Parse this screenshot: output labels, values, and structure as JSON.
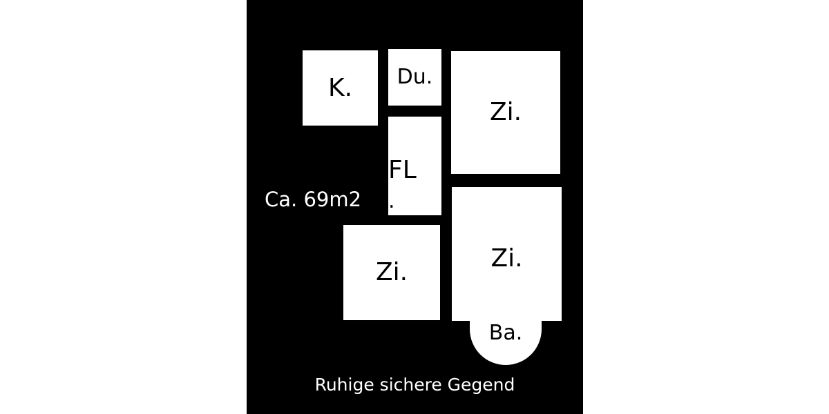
{
  "colors": {
    "background": "#ffffff",
    "panel": "#000000",
    "room_fill": "#ffffff",
    "room_text": "#000000",
    "panel_text": "#ffffff"
  },
  "rooms": {
    "kitchen": "K.",
    "shower": "Du.",
    "room_top_right": "Zi.",
    "hallway": "FL",
    "hallway_dot": ".",
    "room_bottom_left": "Zi.",
    "room_bottom_right": "Zi.",
    "bathroom": "Ba."
  },
  "area": "Ca. 69m2",
  "caption": "Ruhige sichere Gegend"
}
